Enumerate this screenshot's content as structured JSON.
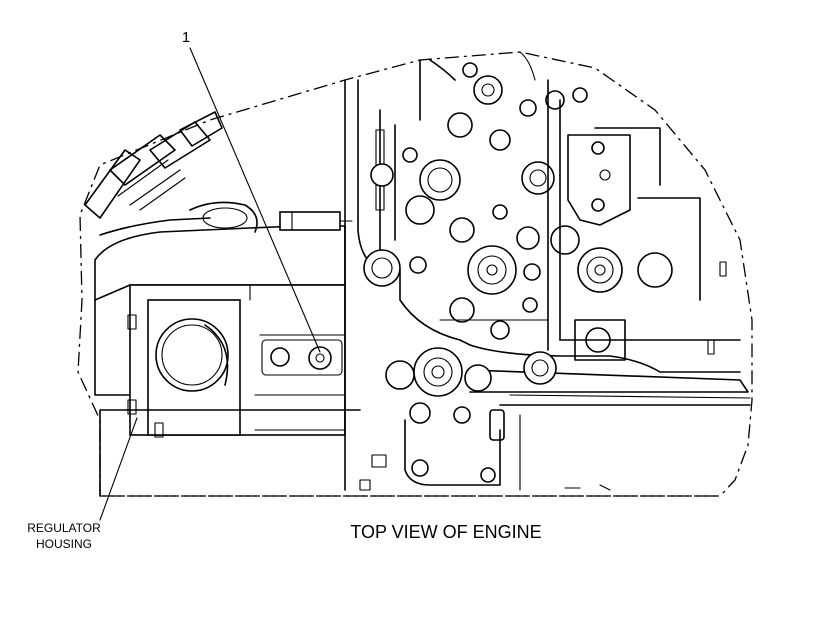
{
  "callouts": {
    "item_number": "1",
    "regulator_line1": "REGULATOR",
    "regulator_line2": "HOUSING"
  },
  "caption": "TOP VIEW OF ENGINE"
}
